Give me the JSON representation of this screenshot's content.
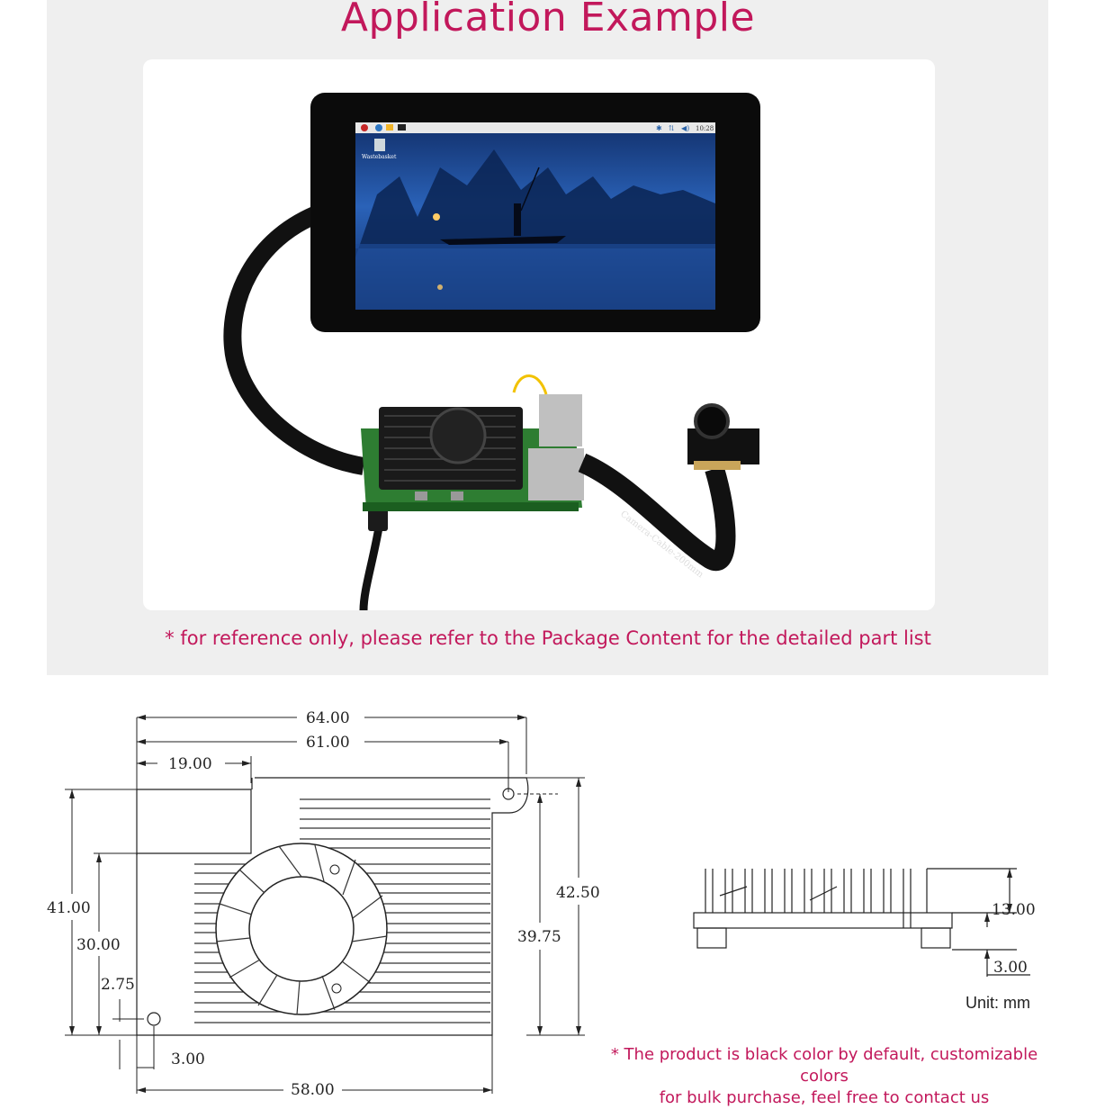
{
  "title": "Application Example",
  "screen": {
    "desktop_icon_label": "Wastebasket",
    "clock": "10:28"
  },
  "cable_label": "Camera-Cable-200mm",
  "reference_note": "* for reference only, please refer to the Package Content for the detailed part list",
  "drawing": {
    "dimensions": {
      "d64": "64.00",
      "d61": "61.00",
      "d19": "19.00",
      "d41": "41.00",
      "d30": "30.00",
      "d2_75": "2.75",
      "d42_5": "42.50",
      "d39_75": "39.75",
      "d3_left": "3.00",
      "d58": "58.00",
      "d13": "13.00",
      "d3_side": "3.00"
    },
    "unit_label": "Unit: mm"
  },
  "bottom_note": {
    "line1": "* The product is black color by default, customizable colors",
    "line2": "for bulk purchase, feel free to contact us"
  },
  "colors": {
    "accent": "#c2185b",
    "panel_bg": "#efefef",
    "screen_blue": "#1f4e9b"
  }
}
